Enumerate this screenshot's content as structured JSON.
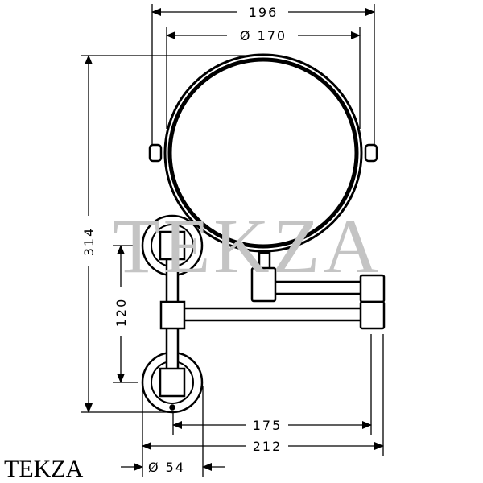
{
  "dimensions": {
    "overall_width": "196",
    "mirror_diameter": "Ø 170",
    "overall_height": "314",
    "plate_spacing": "120",
    "arm_reach": "175",
    "total_projection": "212",
    "plate_diameter": "Ø 54"
  },
  "watermark": "TEKZA",
  "logo": "TEKZA",
  "colors": {
    "line": "#000000",
    "watermark": "#bdbdbd"
  }
}
